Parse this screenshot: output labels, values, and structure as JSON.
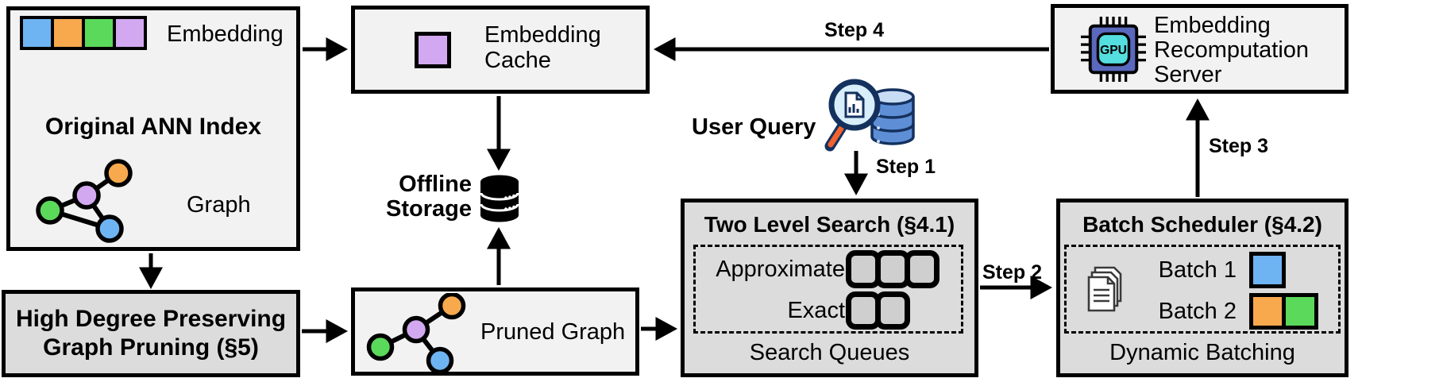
{
  "colors": {
    "blue": "#6FB4F2",
    "orange": "#F8A94E",
    "green": "#5BD95B",
    "purple": "#D2A9F0",
    "light_box": "#f2f2f2",
    "dark_box": "#dcdcdc",
    "queue_fill": "#cfcfcf",
    "line_black": "#000000",
    "gpu_outer": "#5A68BD",
    "gpu_inner": "#55DEE0",
    "magnifier_rim": "#14315E",
    "magnifier_lens": "#D8EFFB",
    "magnifier_handle": "#F2622E",
    "db_body": "#5E8FD6",
    "db_top": "#C9DCF5"
  },
  "ann_index": {
    "embedding_label": "Embedding",
    "title": "Original ANN Index",
    "graph_label": "Graph"
  },
  "embedding_cache": {
    "line1": "Embedding",
    "line2": "Cache"
  },
  "offline_storage": {
    "line1": "Offline",
    "line2": "Storage"
  },
  "high_degree_pruning": {
    "line1": "High Degree Preserving",
    "line2": "Graph Pruning (§5)"
  },
  "pruned_graph": {
    "label": "Pruned Graph"
  },
  "user_query": {
    "label": "User Query"
  },
  "steps": {
    "s1": "Step 1",
    "s2": "Step 2",
    "s3": "Step 3",
    "s4": "Step 4"
  },
  "two_level_search": {
    "title": "Two Level Search (§4.1)",
    "row_approximate": "Approximate",
    "row_exact": "Exact",
    "approximate_queue_count": 3,
    "exact_queue_count": 2,
    "footer": "Search Queues"
  },
  "batch_scheduler": {
    "title": "Batch Scheduler (§4.2)",
    "batch1_label": "Batch 1",
    "batch2_label": "Batch 2",
    "batch1_colors": [
      "blue"
    ],
    "batch2_colors": [
      "orange",
      "green"
    ],
    "footer": "Dynamic Batching"
  },
  "recomputation_server": {
    "line1": "Embedding",
    "line2": "Recomputation",
    "line3": "Server",
    "chip_label": "GPU"
  }
}
